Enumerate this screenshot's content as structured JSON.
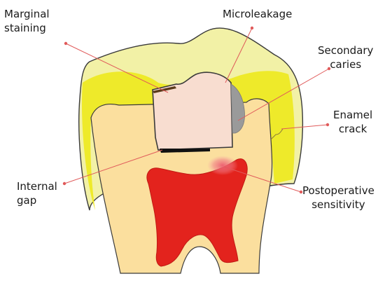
{
  "labels": {
    "marginal_staining": {
      "line1": "Marginal",
      "line2": "staining"
    },
    "microleakage": {
      "line1": "Microleakage"
    },
    "secondary_caries": {
      "line1": "Secondary",
      "line2": "caries"
    },
    "enamel_crack": {
      "line1": "Enamel",
      "line2": "crack"
    },
    "internal_gap": {
      "line1": "Internal",
      "line2": "gap"
    },
    "postoperative_sensitivity": {
      "line1": "Postoperative",
      "line2": "sensitivity"
    }
  },
  "colors": {
    "enamel": "#f2f1a6",
    "enamel_inner_band": "#eeea2a",
    "dentin": "#fbdf9e",
    "pulp": "#e3231d",
    "restoration": "#f8ddd0",
    "leader_line": "#e05a5a",
    "outline": "#3a3a3a",
    "secondary_caries": "#9a9a9a",
    "sensitivity_glow": "#ee6a7a"
  }
}
